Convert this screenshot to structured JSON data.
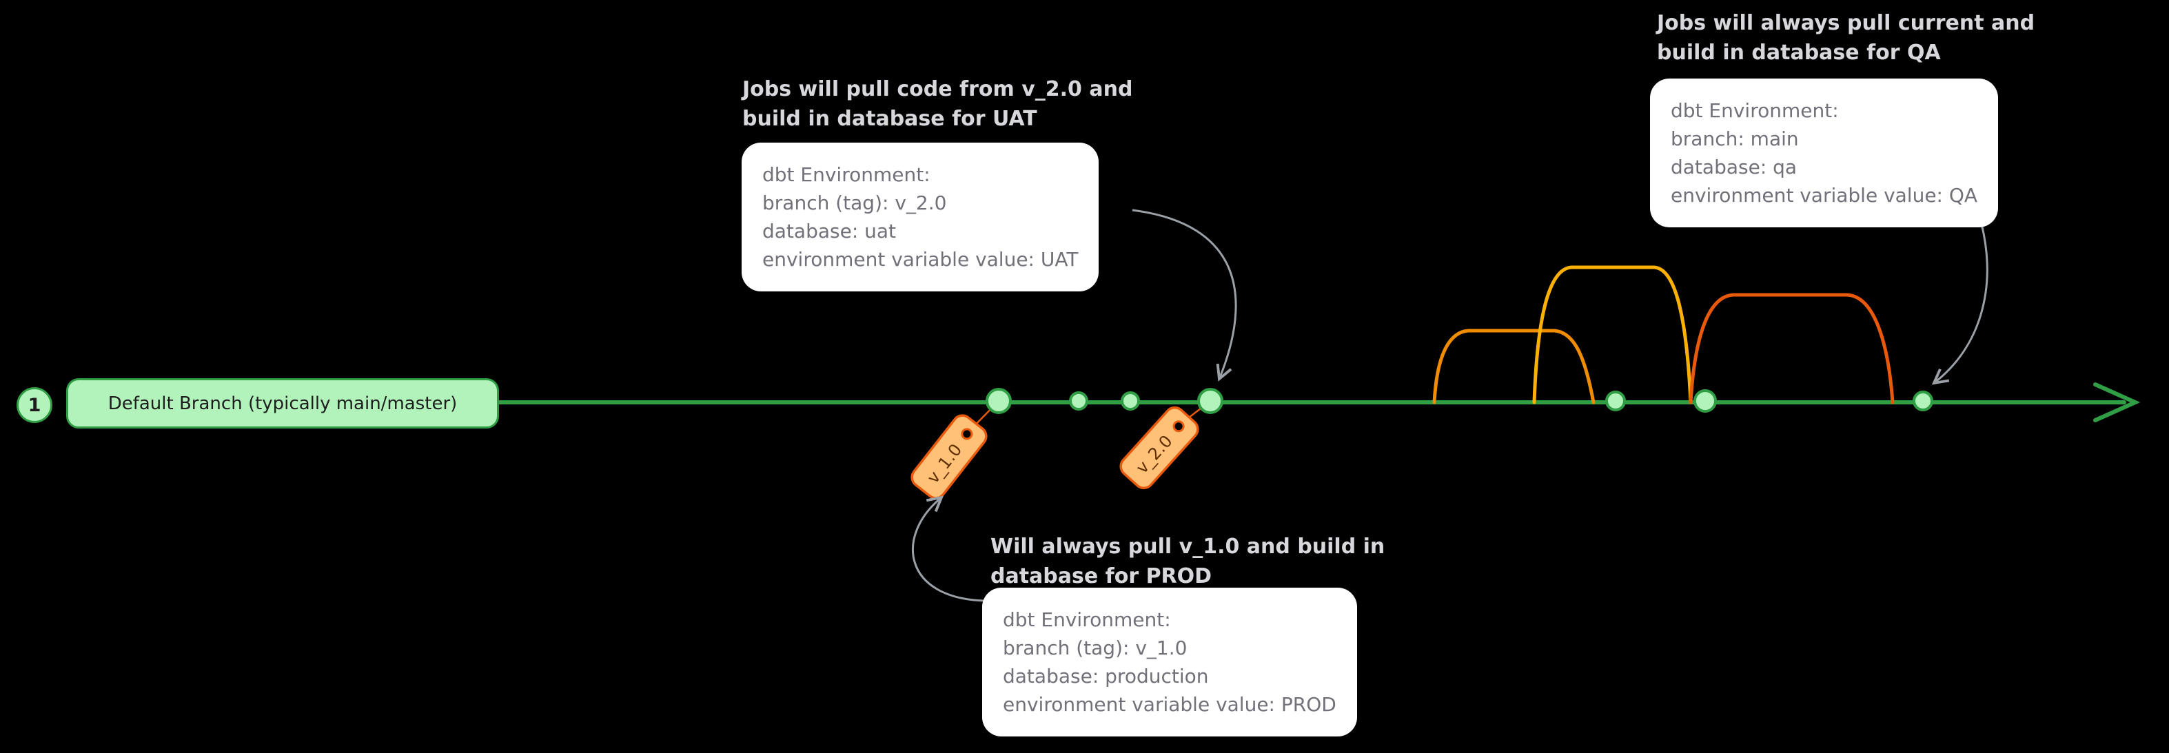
{
  "diagram": {
    "step_number": "1",
    "branch_label": "Default Branch (typically main/master)"
  },
  "tags": [
    {
      "label": "v_1.0"
    },
    {
      "label": "v_2.0"
    }
  ],
  "callouts": {
    "uat": {
      "title_lines": [
        "Jobs will pull code from v_2.0 and",
        "build in database for UAT"
      ],
      "lines": [
        "dbt Environment:",
        "branch (tag): v_2.0",
        "database: uat",
        "environment variable value: UAT"
      ]
    },
    "qa": {
      "title_lines": [
        "Jobs will always pull current and",
        "build in database for QA"
      ],
      "lines": [
        "dbt Environment:",
        "branch: main",
        "database: qa",
        "environment variable value: QA"
      ]
    },
    "prod": {
      "title_lines": [
        "Will always pull v_1.0 and build in",
        "database for PROD"
      ],
      "lines": [
        "dbt Environment:",
        "branch (tag): v_1.0",
        "database: production",
        "environment variable value: PROD"
      ]
    }
  },
  "colors": {
    "background": "#000000",
    "branch_green": "#2f9e44",
    "branch_light_green": "#b2f2bb",
    "arc_orange": "#f08c00",
    "arc_yellow": "#fab005",
    "arc_red_orange": "#e8590c",
    "tag_fill": "#ffc078",
    "tag_stroke": "#e8590c",
    "arrow_gray": "#9aa0a6",
    "callout_bg": "#ffffff",
    "callout_text": "#71717a",
    "title_text": "#d8d8dc"
  }
}
